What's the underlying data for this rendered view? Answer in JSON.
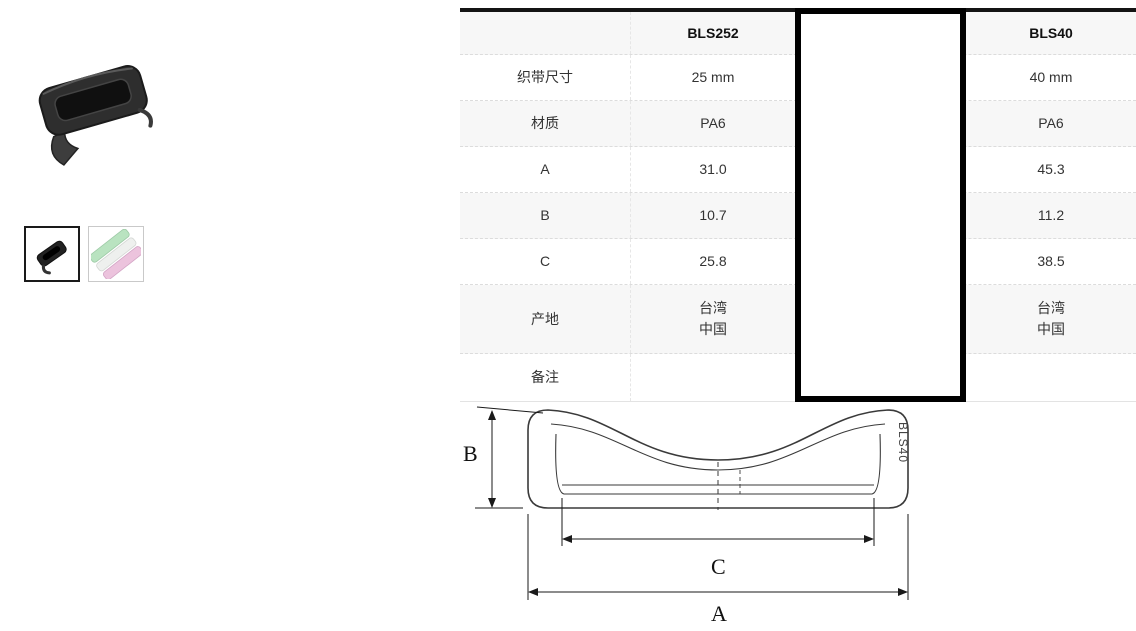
{
  "product": {
    "photo_alt": "black plastic strap keeper",
    "thumbnails": [
      {
        "name": "strap-keeper-black",
        "selected": true
      },
      {
        "name": "strap-keeper-colored-webbing",
        "selected": false
      }
    ]
  },
  "table": {
    "col_headers": {
      "bls252": "BLS252",
      "bls40": "BLS40"
    },
    "rows": [
      {
        "label": "织带尺寸",
        "bls252": "25 mm",
        "bls40": "40 mm"
      },
      {
        "label": "材质",
        "bls252": "PA6",
        "bls40": "PA6"
      },
      {
        "label": "A",
        "bls252": "31.0",
        "bls40": "45.3"
      },
      {
        "label": "B",
        "bls252": "10.7",
        "bls40": "11.2"
      },
      {
        "label": "C",
        "bls252": "25.8",
        "bls40": "38.5"
      }
    ],
    "origin_row": {
      "label": "产地",
      "bls252_line1": "台湾",
      "bls252_line2": "中国",
      "bls40_line1": "台湾",
      "bls40_line2": "中国"
    },
    "remark_row": {
      "label": "备注",
      "bls252": "",
      "bls40": ""
    }
  },
  "diagram": {
    "dim_a": "A",
    "dim_b": "B",
    "dim_c": "C",
    "model_label": "BLS40"
  },
  "colors": {
    "table_top_border": "#141414",
    "overlay_border": "#000000",
    "row_shade": "#f7f7f7"
  }
}
